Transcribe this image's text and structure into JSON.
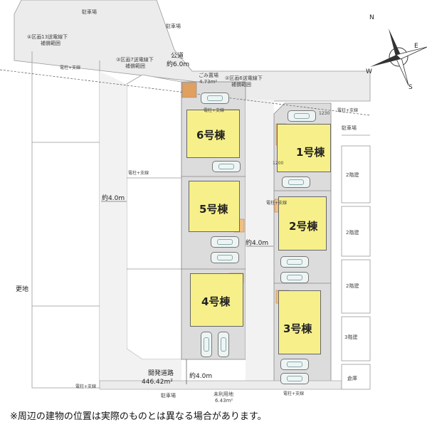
{
  "labels": {
    "parking_top": "駐車場",
    "parking_top2": "駐車場",
    "parking_right": "駐車場",
    "parking_bottom": "駐車場",
    "zone4": "④区画13送電線下",
    "zone4_sub": "補償範囲",
    "zone3": "③区画7送電線下",
    "zone3_sub": "補償範囲",
    "zone2": "②区画6送電線下",
    "zone2_sub": "補償範囲",
    "public_road": "公道",
    "public_road_width": "約6.0m",
    "garbage": "ごみ置場",
    "garbage_area": "4.73m²",
    "width_left": "約4.0m",
    "width_mid": "約4.0m",
    "width_bottom": "約4.0m",
    "dev_road": "開発道路",
    "dev_road_area": "446.42m²",
    "unused": "未利用地",
    "unused_area": "6.43m²",
    "vacant": "更地",
    "two_story_1": "2階建",
    "two_story_2": "2階建",
    "two_story_3": "2階建",
    "three_story": "3階建",
    "warehouse": "倉庫",
    "pole": "電柱+支線",
    "dim_1230": "1230",
    "dim_1200": "1200"
  },
  "houses": {
    "h1": "1号棟",
    "h2": "2号棟",
    "h3": "3号棟",
    "h4": "4号棟",
    "h5": "5号棟",
    "h6": "6号棟"
  },
  "compass": {
    "n": "N",
    "e": "E",
    "s": "S",
    "w": "W"
  },
  "note": "※周辺の建物の位置は実際のものとは異なる場合があります。",
  "colors": {
    "house": "#f7f08a",
    "road": "#ececec",
    "lot": "#dcdcdc",
    "garbage": "#e0a060"
  }
}
